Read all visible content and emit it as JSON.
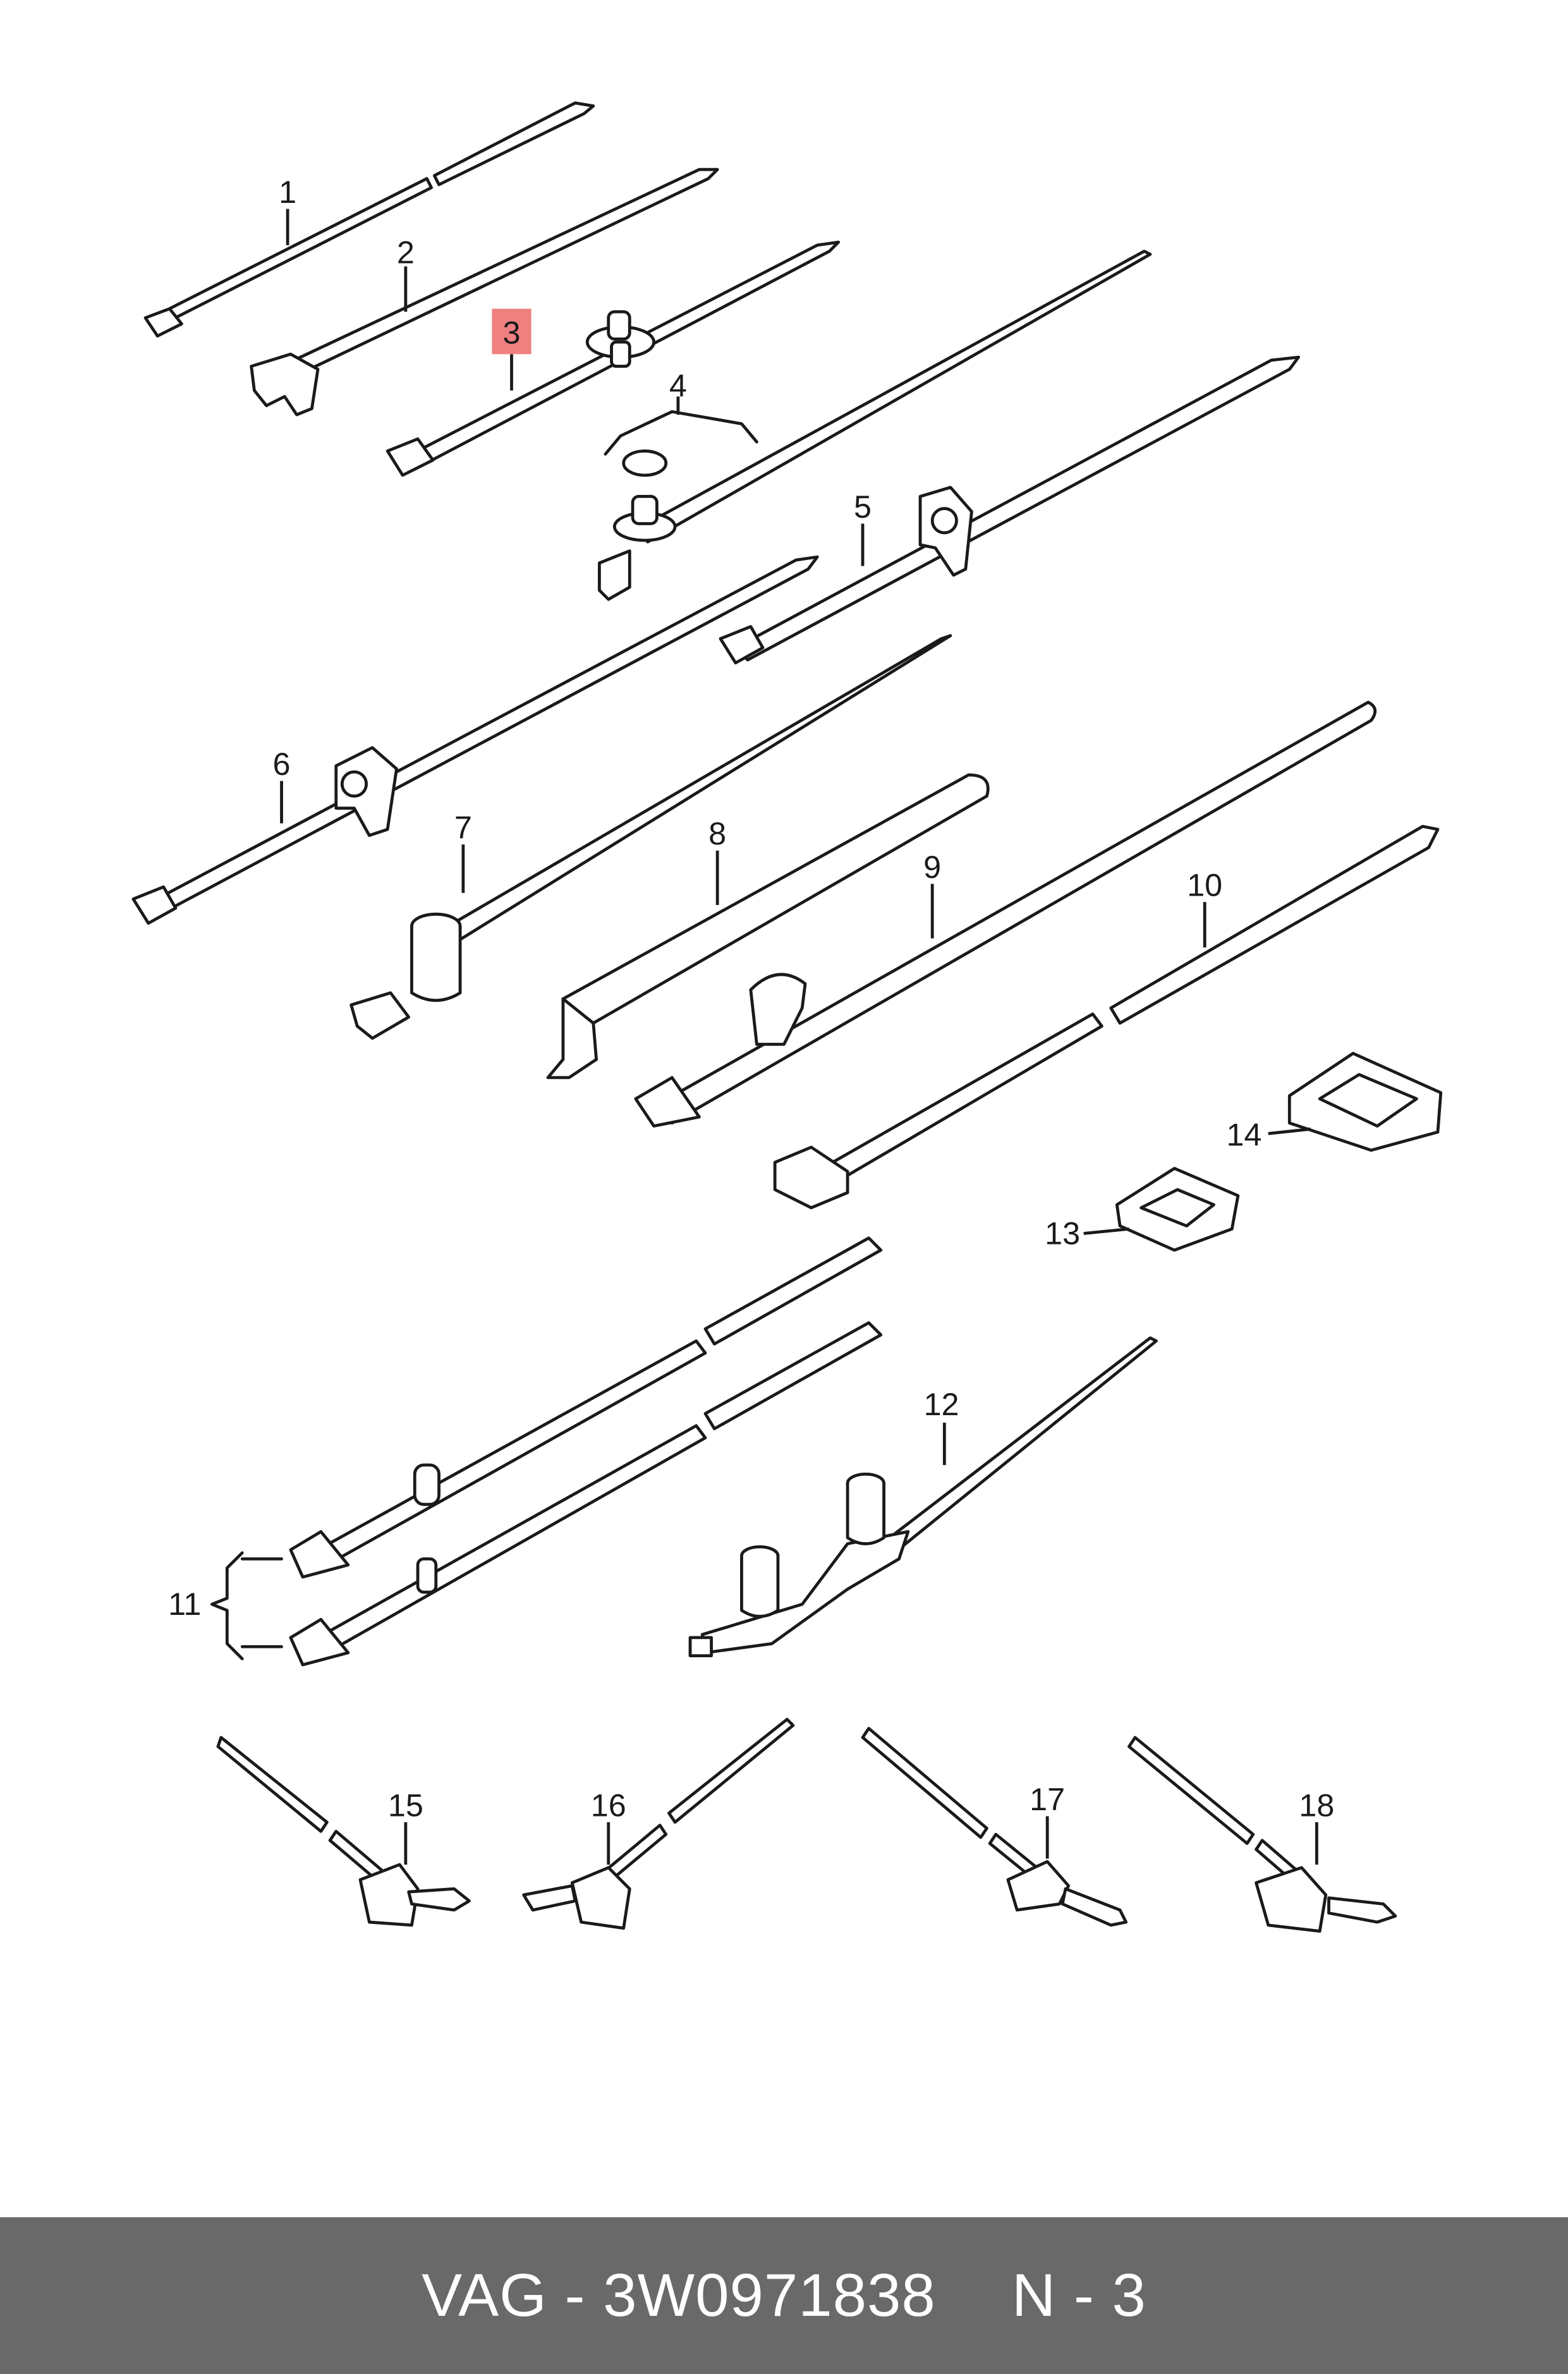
{
  "callouts": [
    "1",
    "2",
    "3",
    "4",
    "5",
    "6",
    "7",
    "8",
    "9",
    "10",
    "11",
    "12",
    "13",
    "14",
    "15",
    "16",
    "17",
    "18"
  ],
  "highlighted_callout": "3",
  "highlight_color": "#f08080",
  "line_color": "#1a1a1a",
  "footer": {
    "brand": "VAG",
    "separator": " - ",
    "part_number": "3W0971838",
    "position_label": "N - 3",
    "background": "#696969",
    "text_color": "#ffffff"
  }
}
